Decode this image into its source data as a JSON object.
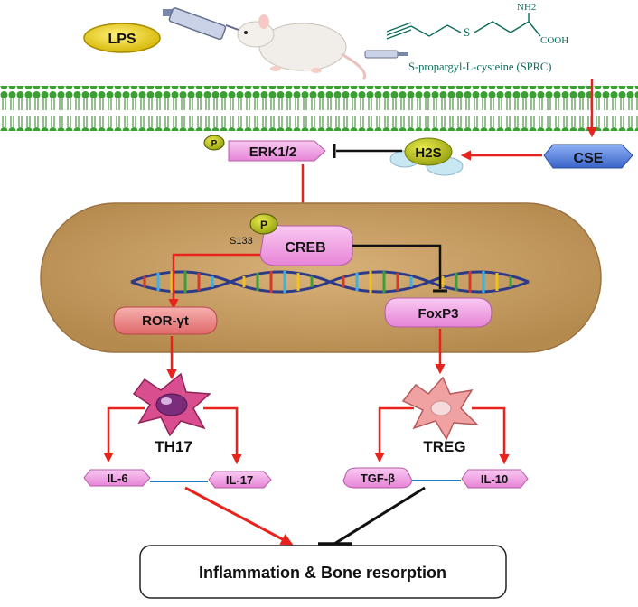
{
  "stimulus": {
    "lps_label": "LPS",
    "compound_name": "S-propargyl-L-cysteine (SPRC)",
    "formula_nh2": "NH2",
    "formula_s": "S",
    "formula_cooh": "COOH"
  },
  "pathway": {
    "cse_label": "CSE",
    "h2s_label": "H2S",
    "erk_label": "ERK1/2",
    "phospho_label": "P",
    "creb_label": "CREB",
    "creb_site_label": "S133",
    "ror_label": "ROR-γt",
    "foxp3_label": "FoxP3",
    "th17_label": "TH17",
    "treg_label": "TREG",
    "il6_label": "IL-6",
    "il17_label": "IL-17",
    "tgfb_label": "TGF-β",
    "il10_label": "IL-10",
    "outcome_label": "Inflammation & Bone resorption"
  },
  "colors": {
    "arrow_red": "#e8231c",
    "inhibit_black": "#111111",
    "membrane_green": "#2f8f2a",
    "cell_tan": "#c49a5e",
    "pink_node": "#f2a6e8",
    "cse_blue": "#4f7ee0",
    "lps_yellow": "#e7d21c",
    "link_blue": "#1f7ec2"
  },
  "icons": [
    "syringe-icon",
    "rat-icon",
    "dna-helix-icon",
    "th17-cell-icon",
    "treg-cell-icon"
  ]
}
